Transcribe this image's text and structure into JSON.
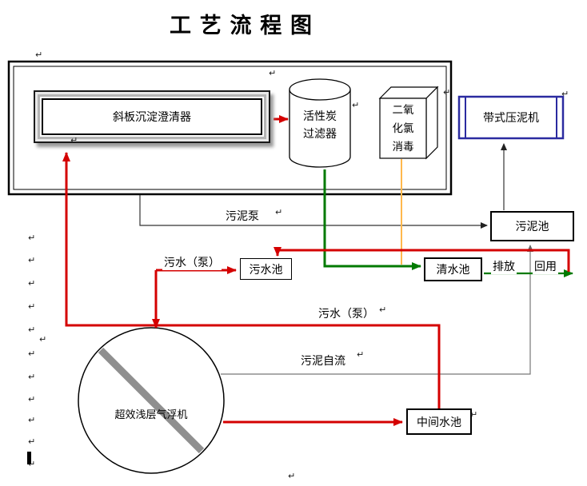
{
  "title": "工 艺 流 程 图",
  "nodes": {
    "clarifier": {
      "label": "斜板沉淀澄清器"
    },
    "carbon_filter": {
      "line1": "活性炭",
      "line2": "过滤器"
    },
    "disinfection": {
      "line1": "二氧",
      "line2": "化氯",
      "line3": "消毒"
    },
    "belt_press": {
      "label": "带式压泥机"
    },
    "sludge_pool": {
      "label": "污泥池"
    },
    "sewage_pool": {
      "label": "污水池"
    },
    "clean_pool": {
      "label": "清水池"
    },
    "middle_pool": {
      "label": "中间水池"
    },
    "air_flotation": {
      "label": "超效浅层气浮机"
    }
  },
  "flow_labels": {
    "sludge_pump": "污泥泵",
    "sewage_pump_top": "污水（泵）",
    "sewage_pump_mid": "污水（泵）",
    "discharge": "排放",
    "reuse": "回用",
    "sludge_gravity": "污泥自流"
  },
  "decorations": {
    "anchor_symbol": "↵"
  },
  "colors": {
    "flow_red": "#d40000",
    "flow_green": "#007a00",
    "flow_orange": "#ffb84d",
    "belt_press_border": "#2b2ba0",
    "line_gray": "#777777",
    "line_black": "#333333"
  }
}
